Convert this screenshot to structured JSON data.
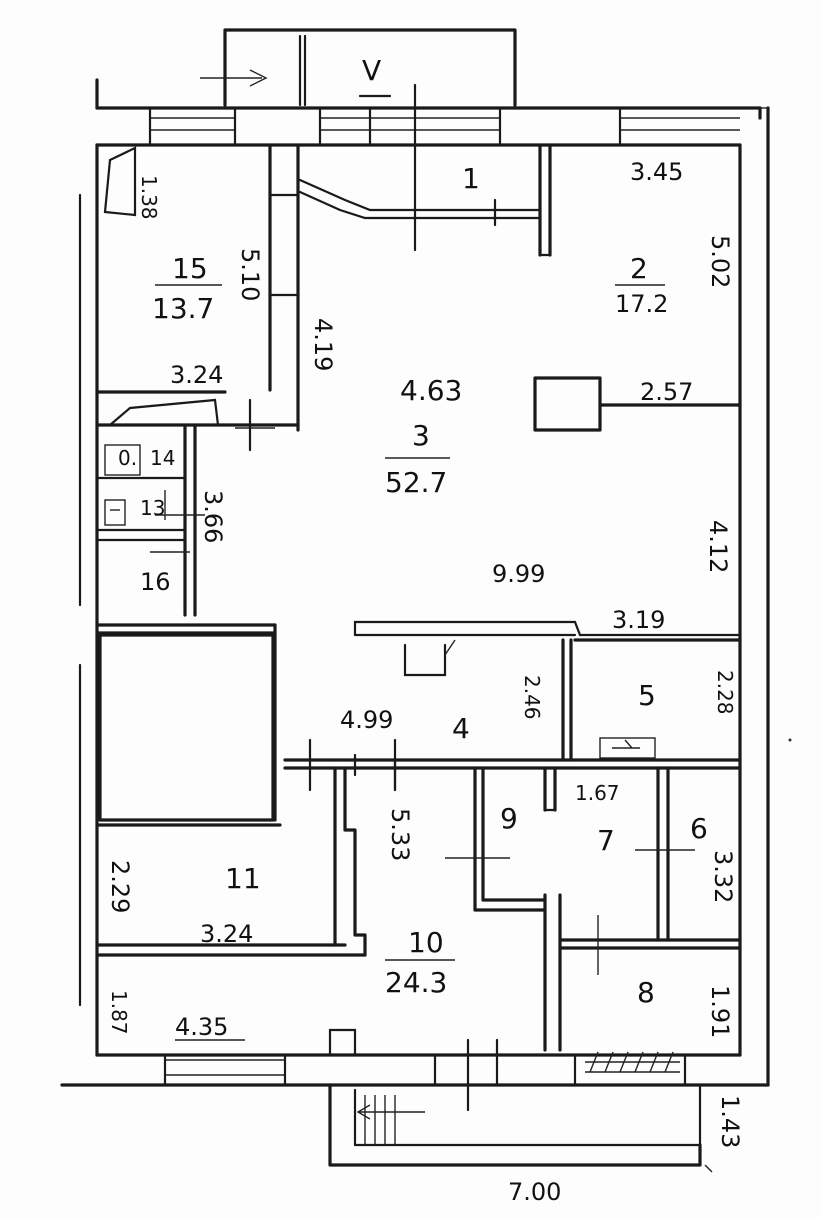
{
  "north_mark": "V",
  "rooms": {
    "r1": {
      "number": "1"
    },
    "r2": {
      "number": "2",
      "area": "17.2"
    },
    "r3": {
      "number": "3",
      "area": "52.7"
    },
    "r4": {
      "number": "4"
    },
    "r5": {
      "number": "5"
    },
    "r6": {
      "number": "6"
    },
    "r7": {
      "number": "7"
    },
    "r8": {
      "number": "8"
    },
    "r9": {
      "number": "9"
    },
    "r10": {
      "number": "10",
      "area": "24.3"
    },
    "r11": {
      "number": "11"
    },
    "r13": {
      "number": "13"
    },
    "r14": {
      "number": "14"
    },
    "r15": {
      "number": "15",
      "area": "13.7"
    },
    "r16": {
      "number": "16"
    }
  },
  "dims": {
    "d_1_38": "1.38",
    "d_3_45": "3.45",
    "d_5_10": "5.10",
    "d_5_02": "5.02",
    "d_4_19": "4.19",
    "d_3_24_top": "3.24",
    "d_4_63": "4.63",
    "d_2_57": "2.57",
    "d_0_14": "0.",
    "d_3_66": "3.66",
    "d_4_12": "4.12",
    "d_9_99": "9.99",
    "d_3_19": "3.19",
    "d_2_46": "2.46",
    "d_2_28": "2.28",
    "d_4_99": "4.99",
    "d_1_67": "1.67",
    "d_5_33": "5.33",
    "d_3_32": "3.32",
    "d_2_29": "2.29",
    "d_3_24_bot": "3.24",
    "d_1_87": "1.87",
    "d_4_35": "4.35",
    "d_1_91": "1.91",
    "d_1_43": "1.43",
    "d_7_00": "7.00"
  }
}
